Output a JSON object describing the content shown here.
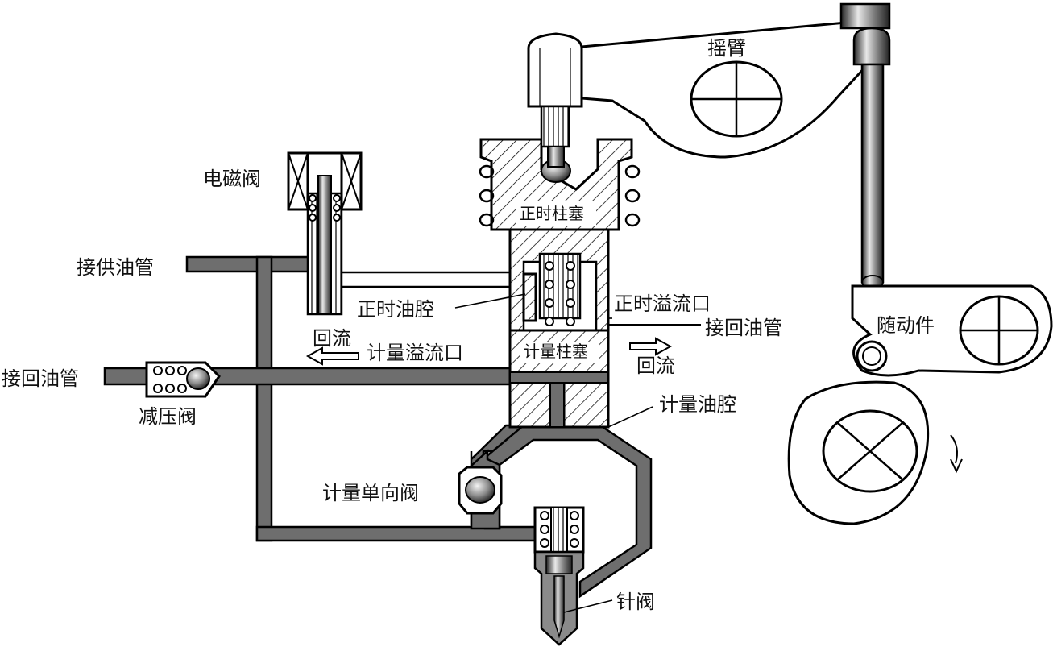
{
  "labels": {
    "rocker_arm": "摇臂",
    "solenoid_valve": "电磁阀",
    "timing_plunger": "正时柱塞",
    "supply_pipe": "接供油管",
    "timing_chamber": "正时油腔",
    "timing_spill_port": "正时溢流口",
    "return_pipe_right": "接回油管",
    "return_flow_left": "回流",
    "metering_spill_port": "计量溢流口",
    "metering_plunger": "计量柱塞",
    "return_flow_right": "回流",
    "return_pipe_left": "接回油管",
    "pressure_reducing_valve": "减压阀",
    "metering_chamber": "计量油腔",
    "metering_check_valve": "计量单向阀",
    "needle_valve": "针阀",
    "follower": "随动件"
  },
  "colors": {
    "pipe": "#6e6e6e",
    "outline": "#000000",
    "background": "#ffffff"
  }
}
